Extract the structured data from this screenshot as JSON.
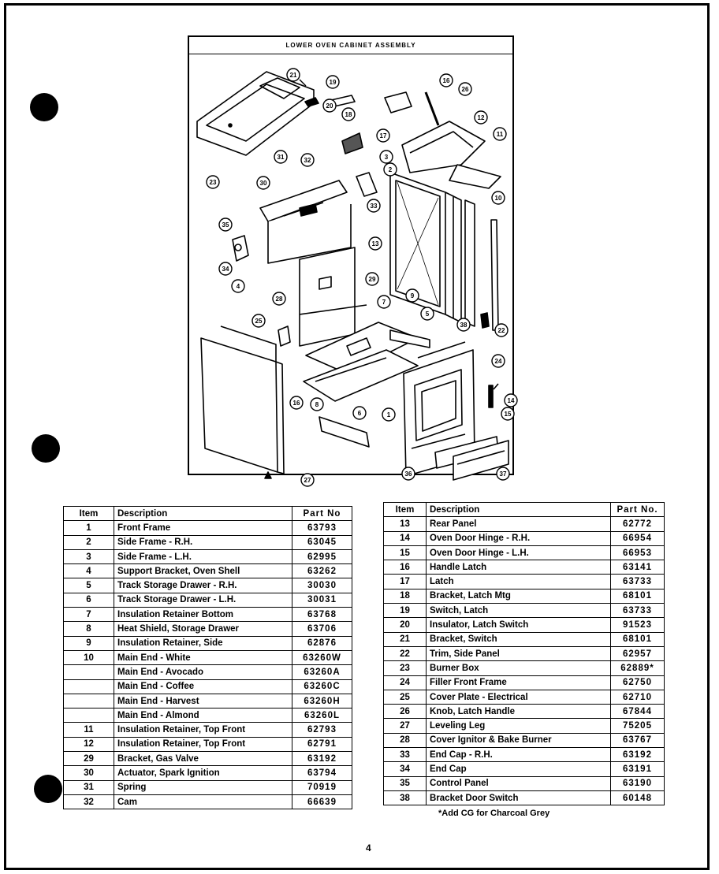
{
  "diagram": {
    "title": "LOWER OVEN CABINET ASSEMBLY",
    "callouts": [
      "21",
      "19",
      "20",
      "16",
      "26",
      "18",
      "17",
      "12",
      "11",
      "23",
      "31",
      "32",
      "33",
      "3",
      "2",
      "30",
      "35",
      "10",
      "13",
      "34",
      "4",
      "29",
      "9",
      "28",
      "7",
      "5",
      "25",
      "38",
      "22",
      "24",
      "8",
      "6",
      "1",
      "14",
      "15",
      "16",
      "36",
      "37",
      "27"
    ]
  },
  "table_left": {
    "headers": {
      "item": "Item",
      "description": "Description",
      "part": "Part No"
    },
    "rows": [
      {
        "item": "1",
        "description": "Front Frame",
        "part": "63793"
      },
      {
        "item": "2",
        "description": "Side Frame - R.H.",
        "part": "63045"
      },
      {
        "item": "3",
        "description": "Side Frame - L.H.",
        "part": "62995"
      },
      {
        "item": "4",
        "description": "Support Bracket, Oven Shell",
        "part": "63262"
      },
      {
        "item": "5",
        "description": "Track Storage Drawer - R.H.",
        "part": "30030"
      },
      {
        "item": "6",
        "description": "Track Storage Drawer - L.H.",
        "part": "30031"
      },
      {
        "item": "7",
        "description": "Insulation Retainer Bottom",
        "part": "63768"
      },
      {
        "item": "8",
        "description": "Heat Shield, Storage Drawer",
        "part": "63706"
      },
      {
        "item": "9",
        "description": "Insulation Retainer, Side",
        "part": "62876"
      },
      {
        "item": "10",
        "description": "Main End - White",
        "part": "63260W"
      },
      {
        "item": "",
        "description": "Main End - Avocado",
        "part": "63260A"
      },
      {
        "item": "",
        "description": "Main End - Coffee",
        "part": "63260C"
      },
      {
        "item": "",
        "description": "Main End - Harvest",
        "part": "63260H"
      },
      {
        "item": "",
        "description": "Main End - Almond",
        "part": "63260L"
      },
      {
        "item": "11",
        "description": "Insulation Retainer, Top Front",
        "part": "62793"
      },
      {
        "item": "12",
        "description": "Insulation Retainer, Top Front",
        "part": "62791"
      },
      {
        "item": "29",
        "description": "Bracket, Gas Valve",
        "part": "63192"
      },
      {
        "item": "30",
        "description": "Actuator, Spark Ignition",
        "part": "63794"
      },
      {
        "item": "31",
        "description": "Spring",
        "part": "70919"
      },
      {
        "item": "32",
        "description": "Cam",
        "part": "66639"
      }
    ]
  },
  "table_right": {
    "headers": {
      "item": "Item",
      "description": "Description",
      "part": "Part No."
    },
    "rows": [
      {
        "item": "13",
        "description": "Rear Panel",
        "part": "62772"
      },
      {
        "item": "14",
        "description": "Oven Door Hinge - R.H.",
        "part": "66954"
      },
      {
        "item": "15",
        "description": "Oven Door Hinge - L.H.",
        "part": "66953"
      },
      {
        "item": "16",
        "description": "Handle Latch",
        "part": "63141"
      },
      {
        "item": "17",
        "description": "Latch",
        "part": "63733"
      },
      {
        "item": "18",
        "description": "Bracket, Latch Mtg",
        "part": "68101"
      },
      {
        "item": "19",
        "description": "Switch, Latch",
        "part": "63733"
      },
      {
        "item": "20",
        "description": "Insulator, Latch Switch",
        "part": "91523"
      },
      {
        "item": "21",
        "description": "Bracket, Switch",
        "part": "68101"
      },
      {
        "item": "22",
        "description": "Trim, Side Panel",
        "part": "62957"
      },
      {
        "item": "23",
        "description": "Burner Box",
        "part": "62889*"
      },
      {
        "item": "24",
        "description": "Filler Front Frame",
        "part": "62750"
      },
      {
        "item": "25",
        "description": "Cover Plate - Electrical",
        "part": "62710"
      },
      {
        "item": "26",
        "description": "Knob, Latch Handle",
        "part": "67844"
      },
      {
        "item": "27",
        "description": "Leveling Leg",
        "part": "75205"
      },
      {
        "item": "28",
        "description": "Cover Ignitor & Bake Burner",
        "part": "63767"
      },
      {
        "item": "33",
        "description": "End Cap - R.H.",
        "part": "63192"
      },
      {
        "item": "34",
        "description": "End Cap",
        "part": "63191"
      },
      {
        "item": "35",
        "description": "Control Panel",
        "part": "63190"
      },
      {
        "item": "38",
        "description": "Bracket Door Switch",
        "part": "60148"
      }
    ]
  },
  "footnote": "*Add CG for Charcoal Grey",
  "page_number": "4"
}
